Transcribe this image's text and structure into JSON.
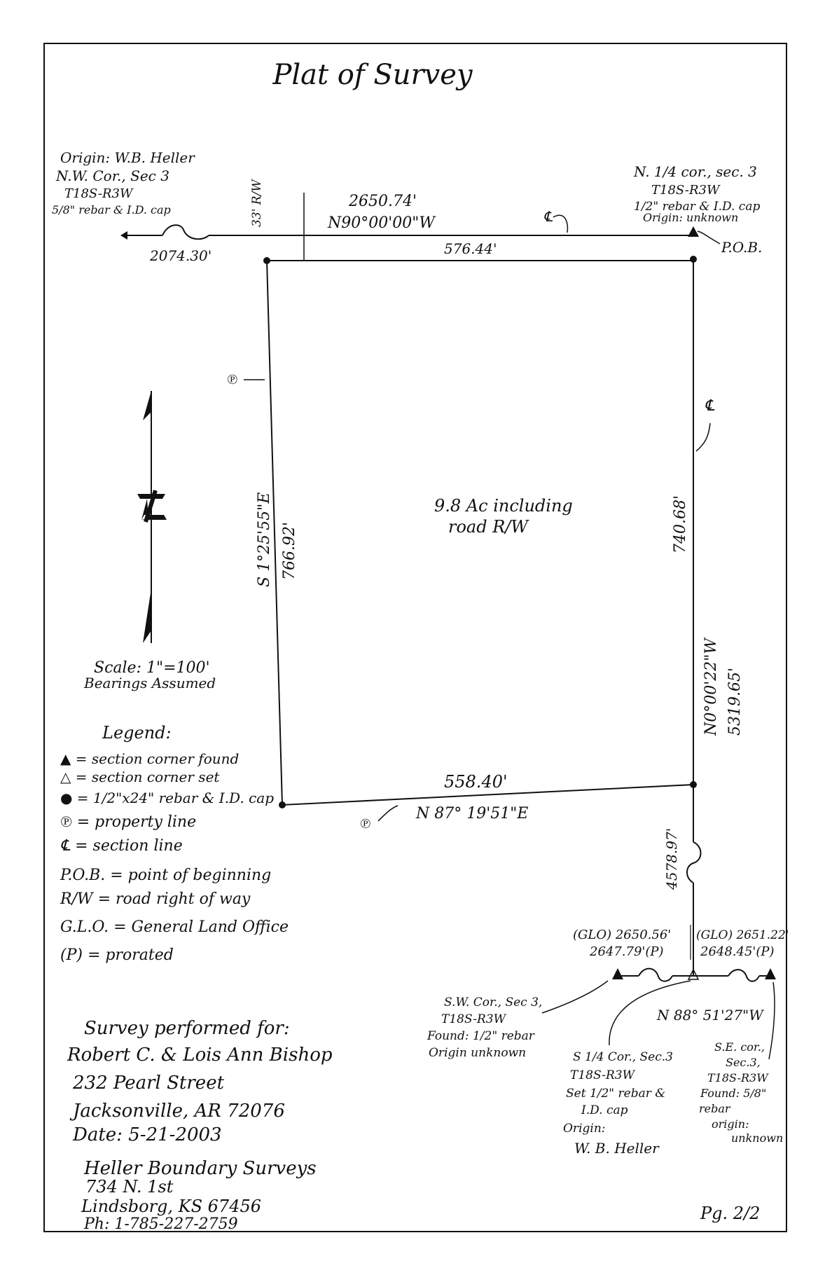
{
  "title": "Plat of Survey",
  "origin_label": {
    "lines": [
      "Origin: W.B. Heller",
      "N.W. Cor., Sec 3",
      "T18S-R3W",
      "5/8\" rebar & I.D. cap"
    ]
  },
  "ne_label": {
    "lines": [
      "N. 1/4 cor., sec. 3",
      "T18S-R3W",
      "1/2\" rebar & I.D. cap",
      "Origin: unknown"
    ]
  },
  "pob_label": "P.O.B.",
  "top": {
    "distance_total": "2650.74'",
    "bearing": "N90°00'00\"W",
    "distance_lot": "576.44'",
    "distance_west": "2074.30'",
    "row_label": "33' R/W",
    "section_line_label": "℄"
  },
  "west": {
    "bearing": "S 1°25'55\"E",
    "distance": "766.92'",
    "pl_label": "℗"
  },
  "east": {
    "distance": "740.68'",
    "bearing": "N0°00'22\"W",
    "total": "5319.65'",
    "lower_distance": "4578.97'",
    "section_line_label": "℄"
  },
  "area_label": [
    "9.8 Ac including",
    "road R/W"
  ],
  "south": {
    "distance": "558.40'",
    "bearing": "N 87° 19'51\"E",
    "pl_label": "℗"
  },
  "bottom_line": {
    "glo_west": "(GLO) 2650.56'",
    "pro_west": "2647.79'(P)",
    "glo_east": "(GLO) 2651.22'",
    "pro_east": "2648.45'(P)",
    "bearing": "N 88° 51'27\"W"
  },
  "sw_label": [
    "S.W. Cor., Sec 3,",
    "T18S-R3W",
    "Found: 1/2\" rebar",
    "Origin unknown"
  ],
  "s_quarter_label": [
    "S 1/4 Cor., Sec.3",
    "T18S-R3W",
    "Set 1/2\" rebar &",
    "I.D. cap",
    "Origin:",
    "W. B. Heller"
  ],
  "se_label": [
    "S.E. cor.,",
    "Sec.3,",
    "T18S-R3W",
    "Found: 5/8\"",
    "rebar",
    "origin:",
    "unknown"
  ],
  "scale": [
    "Scale: 1\"=100'",
    "Bearings Assumed"
  ],
  "legend": {
    "title": "Legend:",
    "items": [
      "▲ = section corner found",
      "△ = section corner set",
      "● = 1/2\"x24\" rebar & I.D. cap",
      "℗ = property line",
      "℄ = section line",
      "P.O.B. = point of beginning",
      "R/W = road right of way",
      "G.L.O. = General Land Office",
      "(P) = prorated"
    ]
  },
  "client": {
    "lines": [
      "Survey performed for:",
      "Robert C. & Lois Ann Bishop",
      "232 Pearl Street",
      "Jacksonville, AR 72076",
      "Date: 5-21-2003"
    ]
  },
  "surveyor": {
    "lines": [
      "Heller Boundary Surveys",
      "734 N. 1st",
      "Lindsborg, KS 67456",
      "Ph: 1-785-227-2759"
    ]
  },
  "page_number": "Pg. 2/2"
}
